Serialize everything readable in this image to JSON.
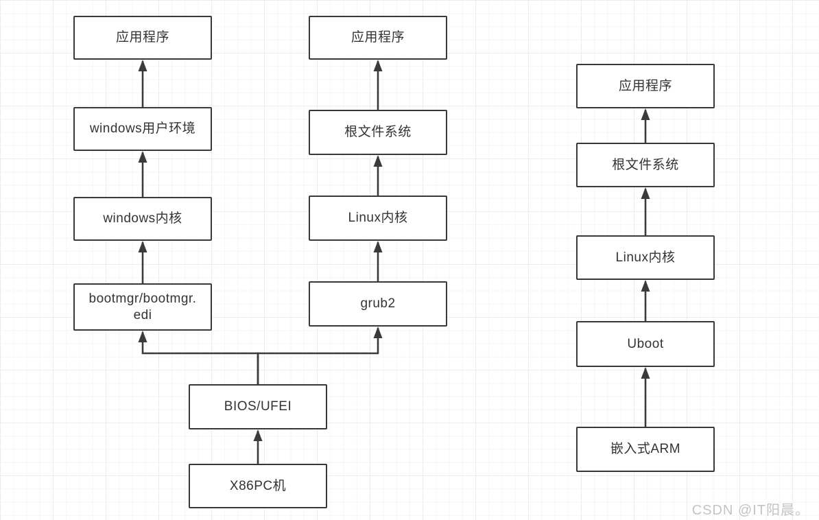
{
  "diagram": {
    "title": "boot-flow-comparison",
    "nodes": [
      {
        "id": "win-app",
        "label": "应用程序"
      },
      {
        "id": "win-user-env",
        "label": "windows用户环境"
      },
      {
        "id": "win-kernel",
        "label": "windows内核"
      },
      {
        "id": "win-bootmgr",
        "label": "bootmgr/bootmgr.\nedi"
      },
      {
        "id": "bios-ufei",
        "label": "BIOS/UFEI"
      },
      {
        "id": "x86-pc",
        "label": "X86PC机"
      },
      {
        "id": "linux-app",
        "label": "应用程序"
      },
      {
        "id": "linux-rootfs",
        "label": "根文件系统"
      },
      {
        "id": "linux-kernel",
        "label": "Linux内核"
      },
      {
        "id": "grub2",
        "label": "grub2"
      },
      {
        "id": "arm-app",
        "label": "应用程序"
      },
      {
        "id": "arm-rootfs",
        "label": "根文件系统"
      },
      {
        "id": "arm-kernel",
        "label": "Linux内核"
      },
      {
        "id": "uboot",
        "label": "Uboot"
      },
      {
        "id": "embedded-arm",
        "label": "嵌入式ARM"
      }
    ],
    "edges": [
      {
        "from": "x86-pc",
        "to": "bios-ufei"
      },
      {
        "from": "bios-ufei",
        "to": "win-bootmgr"
      },
      {
        "from": "bios-ufei",
        "to": "grub2"
      },
      {
        "from": "win-bootmgr",
        "to": "win-kernel"
      },
      {
        "from": "win-kernel",
        "to": "win-user-env"
      },
      {
        "from": "win-user-env",
        "to": "win-app"
      },
      {
        "from": "grub2",
        "to": "linux-kernel"
      },
      {
        "from": "linux-kernel",
        "to": "linux-rootfs"
      },
      {
        "from": "linux-rootfs",
        "to": "linux-app"
      },
      {
        "from": "embedded-arm",
        "to": "uboot"
      },
      {
        "from": "uboot",
        "to": "arm-kernel"
      },
      {
        "from": "arm-kernel",
        "to": "arm-rootfs"
      },
      {
        "from": "arm-rootfs",
        "to": "arm-app"
      }
    ],
    "colors": {
      "stroke": "#3b3b3b",
      "box_border": "#383838",
      "box_background": "#ffffff",
      "text": "#333333",
      "watermark_text": "#c3c3c7"
    },
    "watermark": "CSDN @IT阳晨。"
  }
}
